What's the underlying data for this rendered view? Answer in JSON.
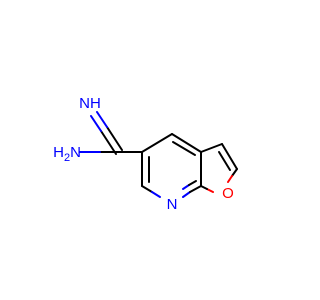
{
  "molecule": {
    "atoms": {
      "imine_nh": {
        "text": "NH",
        "color": "#0000FF"
      },
      "amine_h2n": {
        "text": "H2N",
        "text_main": "H",
        "text_sub": "2",
        "text_tail": "N",
        "color": "#0000FF"
      },
      "ring_n": {
        "text": "N",
        "color": "#0000FF"
      },
      "ring_o": {
        "text": "O",
        "color": "#FF0000"
      }
    },
    "colors": {
      "bond": "#000000",
      "nitrogen": "#0000FF",
      "oxygen": "#FF0000",
      "background": "#FFFFFF"
    }
  }
}
